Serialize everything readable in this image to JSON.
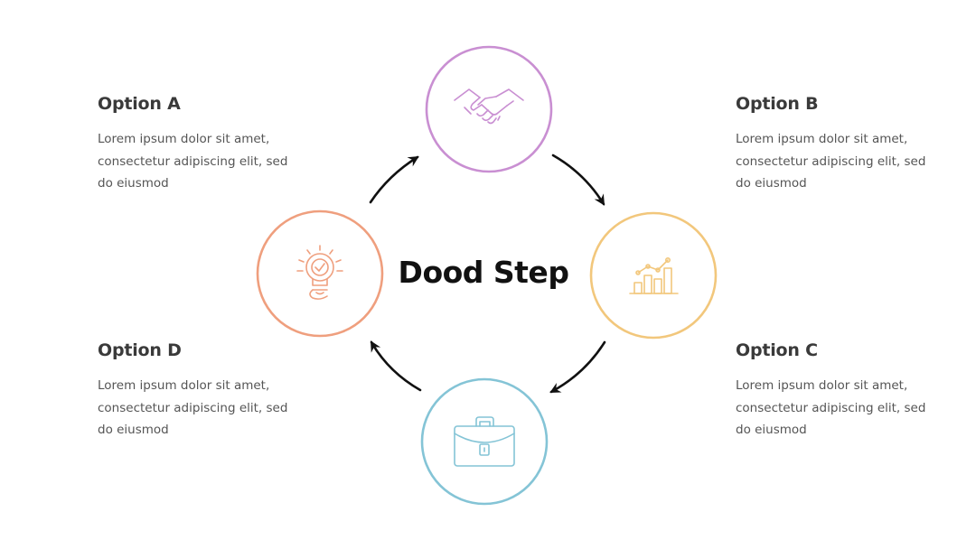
{
  "center_title": "Dood Step",
  "colors": {
    "purple": "#c98fd2",
    "yellow": "#f2c77c",
    "blue": "#84c4d6",
    "orange": "#ef9f7e",
    "arrow": "#111111"
  },
  "nodes": [
    {
      "id": "top",
      "icon": "handshake-icon",
      "color": "#c98fd2"
    },
    {
      "id": "right",
      "icon": "bar-chart-icon",
      "color": "#f2c77c"
    },
    {
      "id": "bottom",
      "icon": "briefcase-icon",
      "color": "#84c4d6"
    },
    {
      "id": "left",
      "icon": "lightbulb-icon",
      "color": "#ef9f7e"
    }
  ],
  "options": {
    "a": {
      "title": "Option A",
      "lines": [
        "Lorem ipsum dolor sit amet,",
        "consectetur adipiscing elit, sed",
        "do eiusmod"
      ]
    },
    "b": {
      "title": "Option B",
      "lines": [
        "Lorem ipsum dolor sit amet,",
        "consectetur adipiscing elit, sed",
        "do eiusmod"
      ]
    },
    "c": {
      "title": "Option C",
      "lines": [
        "Lorem ipsum dolor sit amet,",
        "consectetur adipiscing elit, sed",
        "do eiusmod"
      ]
    },
    "d": {
      "title": "Option D",
      "lines": [
        "Lorem ipsum dolor sit amet,",
        "consectetur adipiscing elit, sed",
        "do eiusmod"
      ]
    }
  }
}
